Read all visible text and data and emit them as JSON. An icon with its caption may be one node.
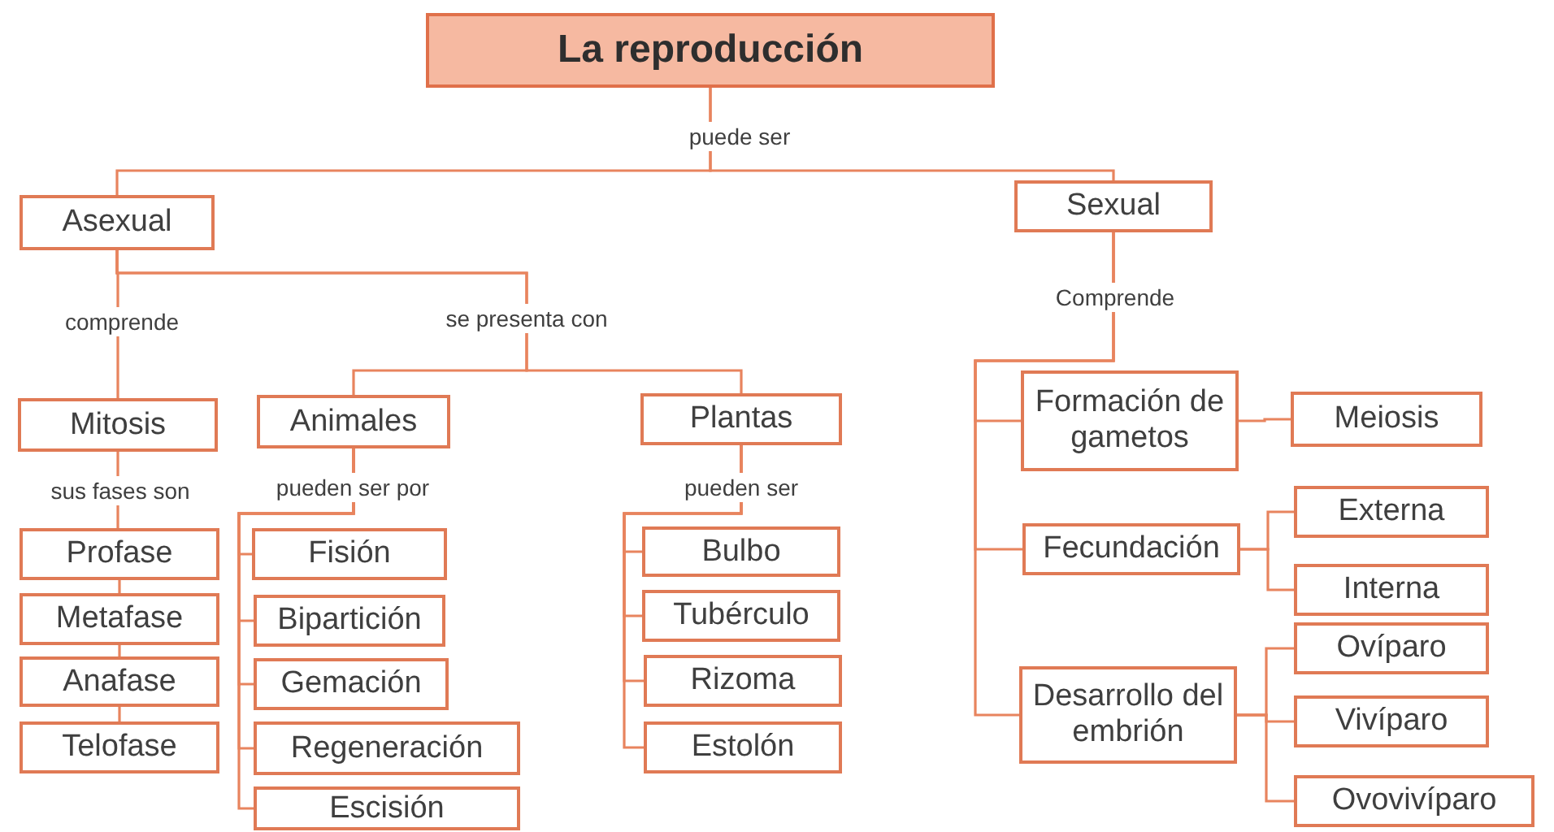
{
  "diagram": {
    "nodes": [
      {
        "text": [
          "La reproducción"
        ]
      },
      {
        "text": [
          "Asexual"
        ]
      },
      {
        "text": [
          "Sexual"
        ]
      },
      {
        "text": [
          "Mitosis"
        ]
      },
      {
        "text": [
          "Animales"
        ]
      },
      {
        "text": [
          "Plantas"
        ]
      },
      {
        "text": [
          "Formación de gametos"
        ]
      },
      {
        "text": [
          "Meiosis"
        ]
      },
      {
        "text": [
          "Profase"
        ]
      },
      {
        "text": [
          "Metafase"
        ]
      },
      {
        "text": [
          "Anafase"
        ]
      },
      {
        "text": [
          "Telofase"
        ]
      },
      {
        "text": [
          "Fisión"
        ]
      },
      {
        "text": [
          "Bipartición"
        ]
      },
      {
        "text": [
          "Gemación"
        ]
      },
      {
        "text": [
          "Regeneración"
        ]
      },
      {
        "text": [
          "Escisión"
        ]
      },
      {
        "text": [
          "Bulbo"
        ]
      },
      {
        "text": [
          "Tubérculo"
        ]
      },
      {
        "text": [
          "Rizoma"
        ]
      },
      {
        "text": [
          "Estolón"
        ]
      },
      {
        "text": [
          "Fecundación"
        ]
      },
      {
        "text": [
          "Externa"
        ]
      },
      {
        "text": [
          "Interna"
        ]
      },
      {
        "text": [
          "Desarrollo del embrión"
        ]
      },
      {
        "text": [
          "Ovíparo"
        ]
      },
      {
        "text": [
          "Vivíparo"
        ]
      },
      {
        "text": [
          "Ovovivíparo"
        ]
      }
    ],
    "edges": [
      {
        "from": 0,
        "to": 1,
        "arrow": "none",
        "label": "puede ser"
      },
      {
        "from": 0,
        "to": 2,
        "arrow": "none"
      },
      {
        "from": 1,
        "to": 3,
        "arrow": "none",
        "label": "comprende"
      },
      {
        "from": 1,
        "to": 4,
        "arrow": "none",
        "label": "se presenta con"
      },
      {
        "from": 1,
        "to": 5,
        "arrow": "none"
      },
      {
        "from": 3,
        "to": 8,
        "arrow": "none",
        "label": "sus fases son"
      },
      {
        "from": 8,
        "to": 9,
        "arrow": "none"
      },
      {
        "from": 9,
        "to": 10,
        "arrow": "none"
      },
      {
        "from": 10,
        "to": 11,
        "arrow": "none"
      },
      {
        "from": 4,
        "to": 12,
        "arrow": "none",
        "label": "pueden ser por"
      },
      {
        "from": 4,
        "to": 13,
        "arrow": "none"
      },
      {
        "from": 4,
        "to": 14,
        "arrow": "none"
      },
      {
        "from": 4,
        "to": 15,
        "arrow": "none"
      },
      {
        "from": 4,
        "to": 16,
        "arrow": "none"
      },
      {
        "from": 5,
        "to": 17,
        "arrow": "none",
        "label": "pueden ser"
      },
      {
        "from": 5,
        "to": 18,
        "arrow": "none"
      },
      {
        "from": 5,
        "to": 19,
        "arrow": "none"
      },
      {
        "from": 5,
        "to": 20,
        "arrow": "none"
      },
      {
        "from": 2,
        "to": 6,
        "arrow": "none",
        "label": "Comprende"
      },
      {
        "from": 2,
        "to": 21,
        "arrow": "none"
      },
      {
        "from": 2,
        "to": 24,
        "arrow": "none"
      },
      {
        "from": 6,
        "to": 7,
        "arrow": "none"
      },
      {
        "from": 21,
        "to": 22,
        "arrow": "none"
      },
      {
        "from": 21,
        "to": 23,
        "arrow": "none"
      },
      {
        "from": 24,
        "to": 25,
        "arrow": "none"
      },
      {
        "from": 24,
        "to": 26,
        "arrow": "none"
      },
      {
        "from": 24,
        "to": 27,
        "arrow": "none"
      }
    ]
  }
}
